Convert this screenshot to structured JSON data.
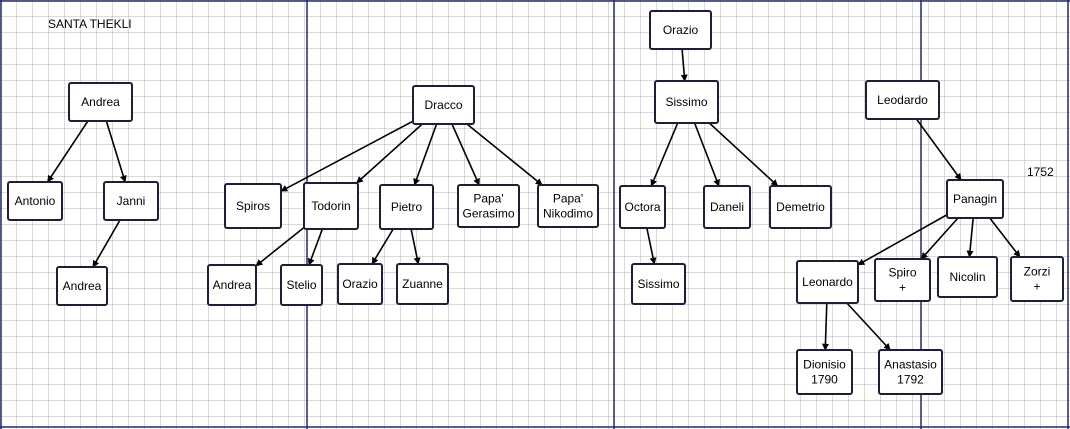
{
  "diagram": {
    "title": "SANTA THEKLI",
    "year_label": "1752",
    "nodes": [
      {
        "id": "n1",
        "lines": [
          "Andrea"
        ]
      },
      {
        "id": "n2",
        "lines": [
          "Antonio"
        ]
      },
      {
        "id": "n3",
        "lines": [
          "Janni"
        ]
      },
      {
        "id": "n4",
        "lines": [
          "Andrea"
        ]
      },
      {
        "id": "n5",
        "lines": [
          "Dracco"
        ]
      },
      {
        "id": "n6",
        "lines": [
          "Spiros"
        ]
      },
      {
        "id": "n7",
        "lines": [
          "Todorin"
        ]
      },
      {
        "id": "n8",
        "lines": [
          "Pietro"
        ]
      },
      {
        "id": "n9",
        "lines": [
          "Papa'",
          "Gerasimo"
        ]
      },
      {
        "id": "n10",
        "lines": [
          "Papa'",
          "Nikodimo"
        ]
      },
      {
        "id": "n11",
        "lines": [
          "Andrea"
        ]
      },
      {
        "id": "n12",
        "lines": [
          "Stelio"
        ]
      },
      {
        "id": "n13",
        "lines": [
          "Orazio"
        ]
      },
      {
        "id": "n14",
        "lines": [
          "Zuanne"
        ]
      },
      {
        "id": "n15",
        "lines": [
          "Orazio"
        ]
      },
      {
        "id": "n16",
        "lines": [
          "Sissimo"
        ]
      },
      {
        "id": "n17",
        "lines": [
          "Octora"
        ]
      },
      {
        "id": "n18",
        "lines": [
          "Daneli"
        ]
      },
      {
        "id": "n19",
        "lines": [
          "Demetrio"
        ]
      },
      {
        "id": "n20",
        "lines": [
          "Sissimo"
        ]
      },
      {
        "id": "n21",
        "lines": [
          "Leodardo"
        ]
      },
      {
        "id": "n22",
        "lines": [
          "Panagin"
        ]
      },
      {
        "id": "n23",
        "lines": [
          "Leonardo"
        ]
      },
      {
        "id": "n24",
        "lines": [
          "Spiro",
          "+"
        ]
      },
      {
        "id": "n25",
        "lines": [
          "Nicolin"
        ]
      },
      {
        "id": "n26",
        "lines": [
          "Zorzi",
          "+"
        ]
      },
      {
        "id": "n27",
        "lines": [
          "Dionisio",
          "1790"
        ]
      },
      {
        "id": "n28",
        "lines": [
          "Anastasio",
          "1792"
        ]
      }
    ],
    "edges": [
      {
        "from": "n1",
        "to": "n2"
      },
      {
        "from": "n1",
        "to": "n3"
      },
      {
        "from": "n3",
        "to": "n4"
      },
      {
        "from": "n5",
        "to": "n6"
      },
      {
        "from": "n5",
        "to": "n7"
      },
      {
        "from": "n5",
        "to": "n8"
      },
      {
        "from": "n5",
        "to": "n9"
      },
      {
        "from": "n5",
        "to": "n10"
      },
      {
        "from": "n7",
        "to": "n11"
      },
      {
        "from": "n7",
        "to": "n12"
      },
      {
        "from": "n8",
        "to": "n13"
      },
      {
        "from": "n8",
        "to": "n14"
      },
      {
        "from": "n15",
        "to": "n16"
      },
      {
        "from": "n16",
        "to": "n17"
      },
      {
        "from": "n16",
        "to": "n18"
      },
      {
        "from": "n16",
        "to": "n19"
      },
      {
        "from": "n17",
        "to": "n20"
      },
      {
        "from": "n21",
        "to": "n22"
      },
      {
        "from": "n22",
        "to": "n23"
      },
      {
        "from": "n22",
        "to": "n24"
      },
      {
        "from": "n22",
        "to": "n25"
      },
      {
        "from": "n22",
        "to": "n26"
      },
      {
        "from": "n23",
        "to": "n27"
      },
      {
        "from": "n23",
        "to": "n28"
      }
    ]
  }
}
